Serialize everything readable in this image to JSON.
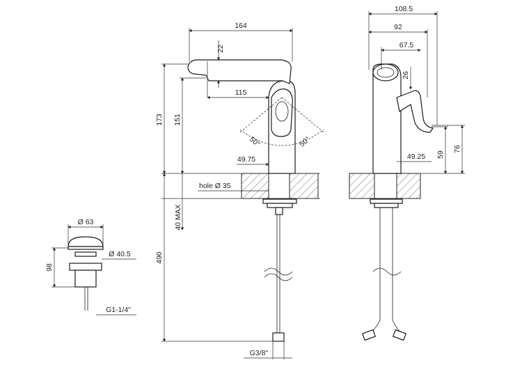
{
  "dimensions": {
    "d164": "164",
    "d22": "22",
    "d115": "115",
    "d173": "173",
    "d151": "151",
    "d50_left": "50°",
    "d50_right": "50°",
    "d4975": "49.75",
    "hole": "hole  Ø 35",
    "d40max": "40 MAX",
    "d490": "490",
    "g38": "G3/8\"",
    "d1085": "108.5",
    "d92": "92",
    "d675": "67.5",
    "d26": "26",
    "d4925": "49.25",
    "d59": "59",
    "d76": "76",
    "d63": "Ø 63",
    "d405": "Ø 40.5",
    "d98": "98",
    "g114": "G1-1/4\""
  }
}
